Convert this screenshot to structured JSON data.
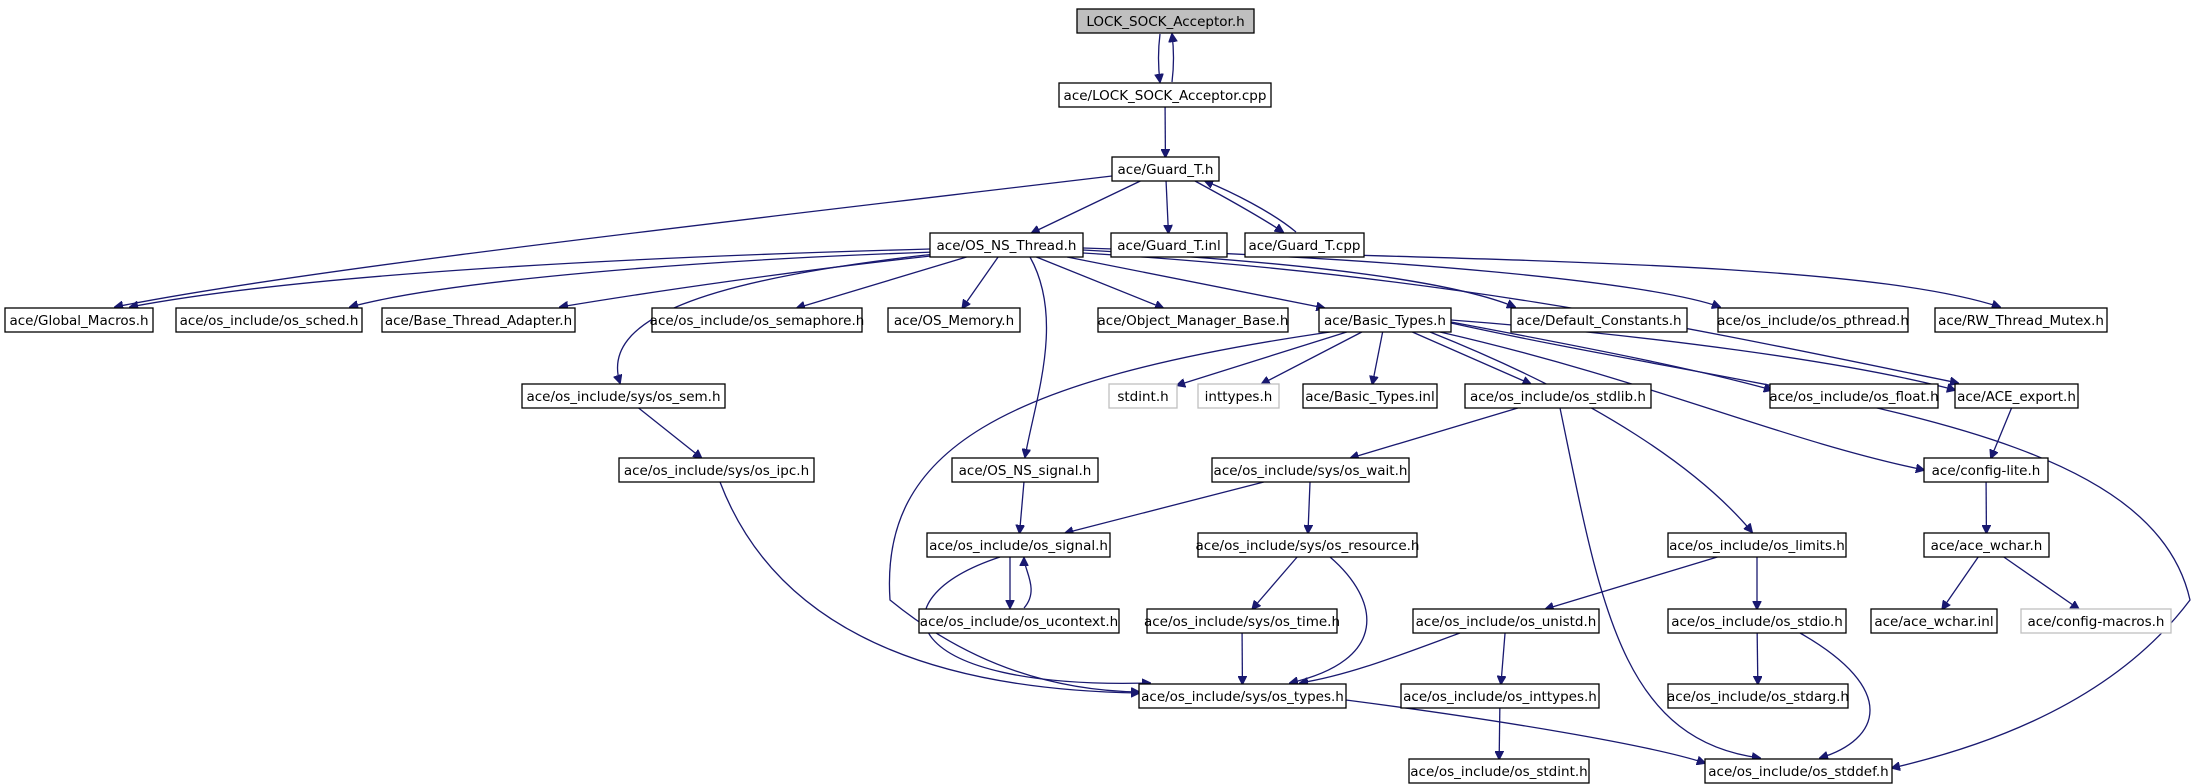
{
  "graph": {
    "edge_color": "#191970",
    "root_fill": "#bfbfbf",
    "missing_node_border": "#bfbfbf",
    "nodes": [
      {
        "id": "lock_sock_acceptor_h",
        "label": "LOCK_SOCK_Acceptor.h",
        "root": true
      },
      {
        "id": "lock_sock_acceptor_cpp",
        "label": "ace/LOCK_SOCK_Acceptor.cpp"
      },
      {
        "id": "guard_t_h",
        "label": "ace/Guard_T.h"
      },
      {
        "id": "os_ns_thread_h",
        "label": "ace/OS_NS_Thread.h"
      },
      {
        "id": "guard_t_inl",
        "label": "ace/Guard_T.inl"
      },
      {
        "id": "guard_t_cpp",
        "label": "ace/Guard_T.cpp"
      },
      {
        "id": "global_macros_h",
        "label": "ace/Global_Macros.h"
      },
      {
        "id": "os_sched_h",
        "label": "ace/os_include/os_sched.h"
      },
      {
        "id": "base_thread_adapter_h",
        "label": "ace/Base_Thread_Adapter.h"
      },
      {
        "id": "os_semaphore_h",
        "label": "ace/os_include/os_semaphore.h"
      },
      {
        "id": "os_memory_h",
        "label": "ace/OS_Memory.h"
      },
      {
        "id": "object_manager_base_h",
        "label": "ace/Object_Manager_Base.h"
      },
      {
        "id": "basic_types_h",
        "label": "ace/Basic_Types.h"
      },
      {
        "id": "default_constants_h",
        "label": "ace/Default_Constants.h"
      },
      {
        "id": "os_pthread_h",
        "label": "ace/os_include/os_pthread.h"
      },
      {
        "id": "rw_thread_mutex_h",
        "label": "ace/RW_Thread_Mutex.h"
      },
      {
        "id": "sys_os_sem_h",
        "label": "ace/os_include/sys/os_sem.h"
      },
      {
        "id": "stdint_h",
        "label": "stdint.h",
        "missing": true
      },
      {
        "id": "inttypes_h",
        "label": "inttypes.h",
        "missing": true
      },
      {
        "id": "basic_types_inl",
        "label": "ace/Basic_Types.inl"
      },
      {
        "id": "os_stdlib_h",
        "label": "ace/os_include/os_stdlib.h"
      },
      {
        "id": "os_float_h",
        "label": "ace/os_include/os_float.h"
      },
      {
        "id": "ace_export_h",
        "label": "ace/ACE_export.h"
      },
      {
        "id": "sys_os_ipc_h",
        "label": "ace/os_include/sys/os_ipc.h"
      },
      {
        "id": "os_ns_signal_h",
        "label": "ace/OS_NS_signal.h"
      },
      {
        "id": "sys_os_wait_h",
        "label": "ace/os_include/sys/os_wait.h"
      },
      {
        "id": "config_lite_h",
        "label": "ace/config-lite.h"
      },
      {
        "id": "os_signal_h",
        "label": "ace/os_include/os_signal.h"
      },
      {
        "id": "sys_os_resource_h",
        "label": "ace/os_include/sys/os_resource.h"
      },
      {
        "id": "os_limits_h",
        "label": "ace/os_include/os_limits.h"
      },
      {
        "id": "ace_wchar_h",
        "label": "ace/ace_wchar.h"
      },
      {
        "id": "os_ucontext_h",
        "label": "ace/os_include/os_ucontext.h"
      },
      {
        "id": "sys_os_time_h",
        "label": "ace/os_include/sys/os_time.h"
      },
      {
        "id": "os_unistd_h",
        "label": "ace/os_include/os_unistd.h"
      },
      {
        "id": "os_stdio_h",
        "label": "ace/os_include/os_stdio.h"
      },
      {
        "id": "ace_wchar_inl",
        "label": "ace/ace_wchar.inl"
      },
      {
        "id": "config_macros_h",
        "label": "ace/config-macros.h",
        "missing": true
      },
      {
        "id": "sys_os_types_h",
        "label": "ace/os_include/sys/os_types.h"
      },
      {
        "id": "os_inttypes_h",
        "label": "ace/os_include/os_inttypes.h"
      },
      {
        "id": "os_stdarg_h",
        "label": "ace/os_include/os_stdarg.h"
      },
      {
        "id": "os_stdint_h",
        "label": "ace/os_include/os_stdint.h"
      },
      {
        "id": "os_stddef_h",
        "label": "ace/os_include/os_stddef.h"
      }
    ],
    "edges": [
      [
        "lock_sock_acceptor_h",
        "lock_sock_acceptor_cpp"
      ],
      [
        "lock_sock_acceptor_cpp",
        "lock_sock_acceptor_h"
      ],
      [
        "lock_sock_acceptor_cpp",
        "guard_t_h"
      ],
      [
        "guard_t_h",
        "global_macros_h"
      ],
      [
        "guard_t_h",
        "os_ns_thread_h"
      ],
      [
        "guard_t_h",
        "guard_t_inl"
      ],
      [
        "guard_t_h",
        "guard_t_cpp"
      ],
      [
        "guard_t_cpp",
        "guard_t_h"
      ],
      [
        "guard_t_cpp",
        "rw_thread_mutex_h"
      ],
      [
        "os_ns_thread_h",
        "global_macros_h"
      ],
      [
        "os_ns_thread_h",
        "os_sched_h"
      ],
      [
        "os_ns_thread_h",
        "base_thread_adapter_h"
      ],
      [
        "os_ns_thread_h",
        "os_semaphore_h"
      ],
      [
        "os_ns_thread_h",
        "os_memory_h"
      ],
      [
        "os_ns_thread_h",
        "object_manager_base_h"
      ],
      [
        "os_ns_thread_h",
        "basic_types_h"
      ],
      [
        "os_ns_thread_h",
        "default_constants_h"
      ],
      [
        "os_ns_thread_h",
        "os_pthread_h"
      ],
      [
        "os_ns_thread_h",
        "sys_os_sem_h"
      ],
      [
        "os_ns_thread_h",
        "os_ns_signal_h"
      ],
      [
        "os_ns_thread_h",
        "ace_export_h"
      ],
      [
        "sys_os_sem_h",
        "sys_os_ipc_h"
      ],
      [
        "sys_os_ipc_h",
        "sys_os_types_h"
      ],
      [
        "basic_types_h",
        "stdint_h"
      ],
      [
        "basic_types_h",
        "inttypes_h"
      ],
      [
        "basic_types_h",
        "basic_types_inl"
      ],
      [
        "basic_types_h",
        "os_stdlib_h"
      ],
      [
        "basic_types_h",
        "os_float_h"
      ],
      [
        "basic_types_h",
        "ace_export_h"
      ],
      [
        "basic_types_h",
        "config_lite_h"
      ],
      [
        "basic_types_h",
        "os_limits_h"
      ],
      [
        "basic_types_h",
        "sys_os_types_h"
      ],
      [
        "basic_types_h",
        "os_stddef_h"
      ],
      [
        "os_stdlib_h",
        "sys_os_wait_h"
      ],
      [
        "os_stdlib_h",
        "os_stddef_h"
      ],
      [
        "ace_export_h",
        "config_lite_h"
      ],
      [
        "config_lite_h",
        "ace_wchar_h"
      ],
      [
        "ace_wchar_h",
        "ace_wchar_inl"
      ],
      [
        "ace_wchar_h",
        "config_macros_h"
      ],
      [
        "os_ns_signal_h",
        "os_signal_h"
      ],
      [
        "sys_os_wait_h",
        "os_signal_h"
      ],
      [
        "sys_os_wait_h",
        "sys_os_resource_h"
      ],
      [
        "os_signal_h",
        "os_ucontext_h"
      ],
      [
        "os_ucontext_h",
        "os_signal_h"
      ],
      [
        "os_signal_h",
        "sys_os_types_h"
      ],
      [
        "sys_os_resource_h",
        "sys_os_time_h"
      ],
      [
        "sys_os_resource_h",
        "sys_os_types_h"
      ],
      [
        "sys_os_time_h",
        "sys_os_types_h"
      ],
      [
        "os_limits_h",
        "os_unistd_h"
      ],
      [
        "os_limits_h",
        "os_stdio_h"
      ],
      [
        "os_unistd_h",
        "sys_os_types_h"
      ],
      [
        "os_unistd_h",
        "os_inttypes_h"
      ],
      [
        "os_inttypes_h",
        "os_stdint_h"
      ],
      [
        "os_stdio_h",
        "os_stdarg_h"
      ],
      [
        "os_stdio_h",
        "os_stddef_h"
      ],
      [
        "sys_os_types_h",
        "os_stddef_h"
      ]
    ]
  }
}
